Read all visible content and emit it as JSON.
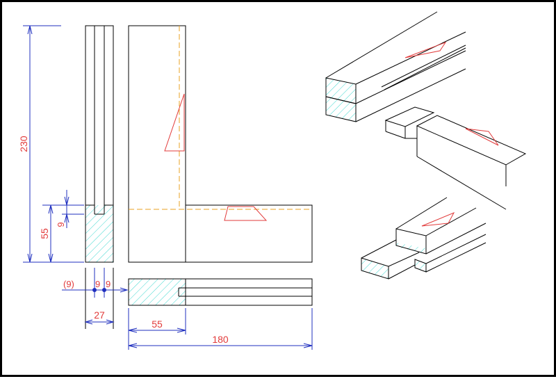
{
  "drawing": {
    "colors": {
      "outline": "#000000",
      "dimension": "#1f2fbf",
      "text": "#e23b3b",
      "centerline": "#e8a020",
      "hatch": "#40d8d0",
      "marker": "#e23b3b"
    },
    "dimensions": {
      "total_height": "230",
      "tenon_height": "55",
      "groove_depth": "9",
      "groove_offset": "(9)",
      "groove_width_a": "9",
      "groove_width_b": "9",
      "thickness": "27",
      "tenon_length": "55",
      "total_length": "180"
    }
  }
}
